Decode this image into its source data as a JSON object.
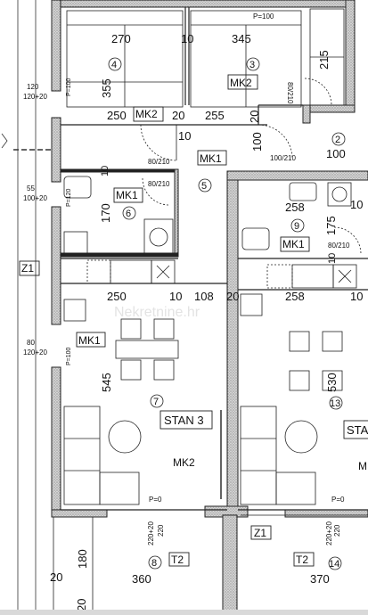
{
  "labels": {
    "dim_270": "270",
    "dim_10a": "10",
    "dim_345": "345",
    "room_4": "4",
    "room_3": "3",
    "p100_top": "P=100",
    "dim_215": "215",
    "dim_355": "355",
    "mk2_r3": "MK2",
    "door_80_210_r3": "80/210",
    "win_120": "120",
    "win_120_20": "120+20",
    "p100_left": "P=100",
    "dim_250a": "250",
    "mk2_r4": "MK2",
    "dim_20a": "20",
    "dim_255": "255",
    "dim_20b": "20",
    "dim_10b": "10",
    "dim_100": "100",
    "room_2": "2",
    "dim_100b": "100",
    "door_80_210_a": "80/210",
    "mk1_hall": "MK1",
    "room_5": "5",
    "door_100_210": "100/210",
    "dim_10c": "10",
    "door_80_210_b": "80/210",
    "win_55": "55",
    "win_100_20": "100+20",
    "p120": "P=120",
    "mk1_bath": "MK1",
    "room_6": "6",
    "dim_170": "170",
    "dim_258a": "258",
    "dim_10d": "10",
    "room_9": "9",
    "dim_175": "175",
    "mk1_bath_r": "MK1",
    "door_80_210_c": "80/210",
    "dim_10e": "10",
    "z1_left": "Z1",
    "dim_250b": "250",
    "dim_10f": "10",
    "dim_108": "108",
    "dim_20c": "20",
    "dim_258b": "258",
    "dim_10g": "10",
    "win_80": "80",
    "win_120_20b": "120+20",
    "p100_left2": "P=100",
    "mk1_living": "MK1",
    "dim_545": "545",
    "room_7": "7",
    "stan_3": "STAN 3",
    "mk2_living": "MK2",
    "dim_530": "530",
    "room_13": "13",
    "stan_partial": "STA",
    "mk_partial": "M",
    "p0_a": "P=0",
    "p0_b": "P=0",
    "win_220": "220",
    "win_220_20": "220+20",
    "win_220b": "220",
    "win_220_20b": "220+20",
    "z1_bottom": "Z1",
    "dim_180": "180",
    "room_8": "8",
    "t2_a": "T2",
    "t2_b": "T2",
    "room_14": "14",
    "dim_20d": "20",
    "dim_360": "360",
    "dim_370": "370",
    "dim_20e": "20"
  },
  "watermark": "Nekretnine.hr"
}
